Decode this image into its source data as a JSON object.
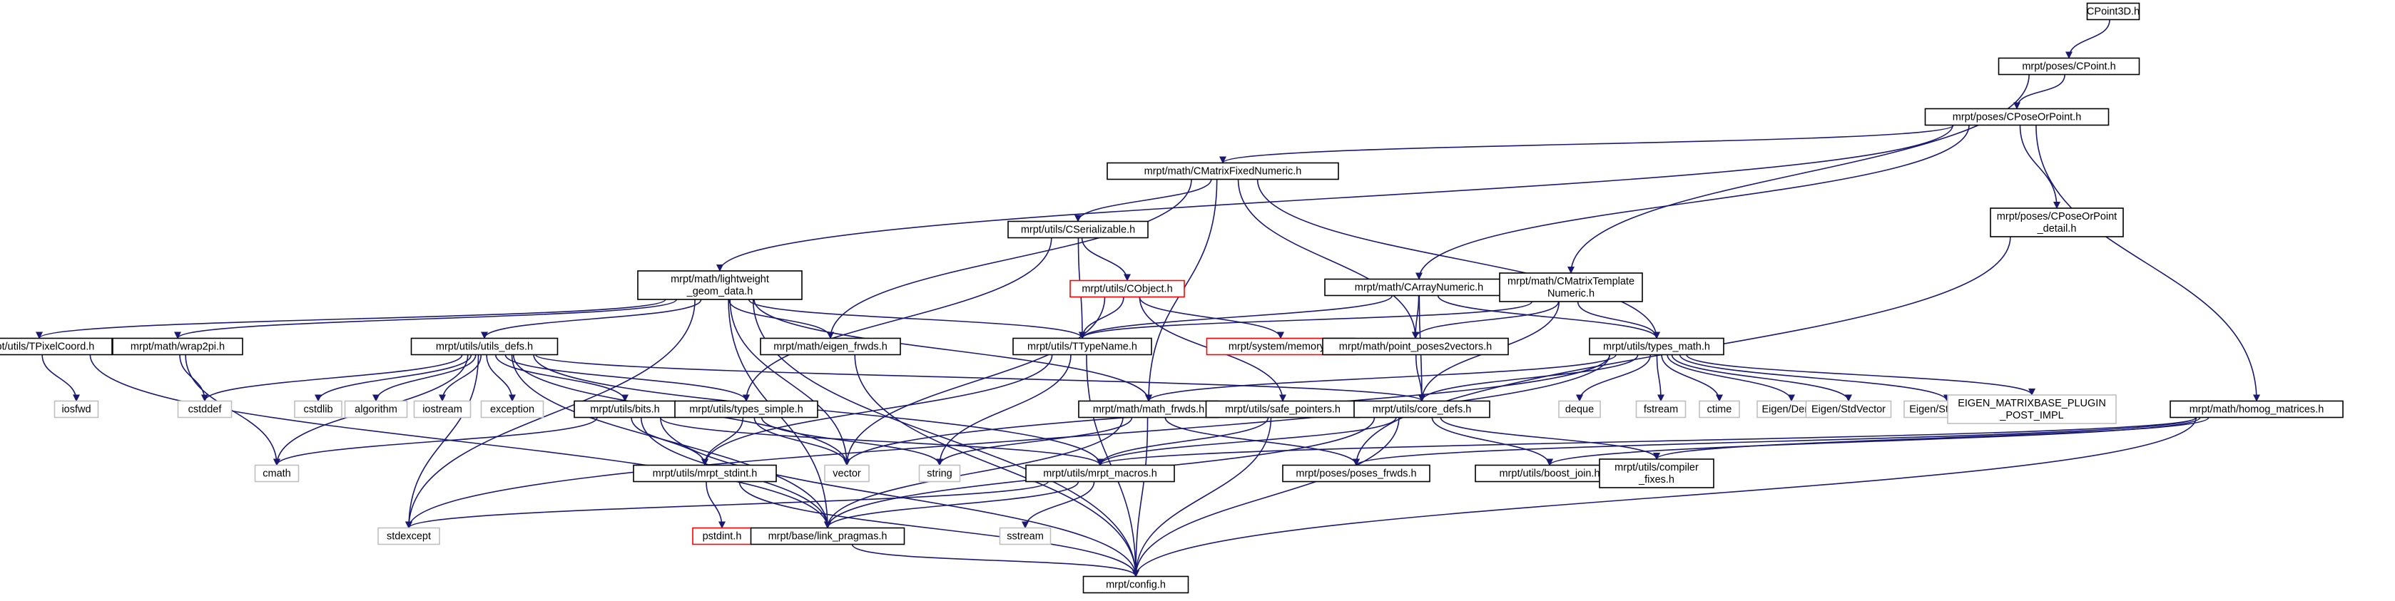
{
  "colors": {
    "edge": "#191970",
    "border_normal": "#000000",
    "border_missing": "#bfbfbf",
    "border_truncated": "#ff0000",
    "root_fill": "#bfbfbf"
  },
  "nodes": [
    {
      "id": "cpoint3d",
      "lines": [
        "CPoint3D.h"
      ],
      "kind": "root"
    },
    {
      "id": "cpoint",
      "lines": [
        "mrpt/poses/CPoint.h"
      ],
      "kind": "normal"
    },
    {
      "id": "cposeorpoint",
      "lines": [
        "mrpt/poses/CPoseOrPoint.h"
      ],
      "kind": "normal"
    },
    {
      "id": "cmatrixfixed",
      "lines": [
        "mrpt/math/CMatrixFixedNumeric.h"
      ],
      "kind": "normal"
    },
    {
      "id": "cposeorpoint_detail",
      "lines": [
        "mrpt/poses/CPoseOrPoint",
        "_detail.h"
      ],
      "kind": "normal"
    },
    {
      "id": "cserializable",
      "lines": [
        "mrpt/utils/CSerializable.h"
      ],
      "kind": "normal"
    },
    {
      "id": "lightweight",
      "lines": [
        "mrpt/math/lightweight",
        "_geom_data.h"
      ],
      "kind": "normal"
    },
    {
      "id": "cobject",
      "lines": [
        "mrpt/utils/CObject.h"
      ],
      "kind": "truncated"
    },
    {
      "id": "carraynumeric",
      "lines": [
        "mrpt/math/CArrayNumeric.h"
      ],
      "kind": "normal"
    },
    {
      "id": "cmatrixtemplate",
      "lines": [
        "mrpt/math/CMatrixTemplate",
        "Numeric.h"
      ],
      "kind": "normal"
    },
    {
      "id": "tpixelcoord",
      "lines": [
        "mrpt/utils/TPixelCoord.h"
      ],
      "kind": "normal"
    },
    {
      "id": "wrap2pi",
      "lines": [
        "mrpt/math/wrap2pi.h"
      ],
      "kind": "normal"
    },
    {
      "id": "utils_defs",
      "lines": [
        "mrpt/utils/utils_defs.h"
      ],
      "kind": "normal"
    },
    {
      "id": "eigen_frwds",
      "lines": [
        "mrpt/math/eigen_frwds.h"
      ],
      "kind": "normal"
    },
    {
      "id": "ttypename",
      "lines": [
        "mrpt/utils/TTypeName.h"
      ],
      "kind": "normal"
    },
    {
      "id": "memory",
      "lines": [
        "mrpt/system/memory.h"
      ],
      "kind": "truncated"
    },
    {
      "id": "point_poses2vectors",
      "lines": [
        "mrpt/math/point_poses2vectors.h"
      ],
      "kind": "normal"
    },
    {
      "id": "types_math",
      "lines": [
        "mrpt/utils/types_math.h"
      ],
      "kind": "normal"
    },
    {
      "id": "iosfwd",
      "lines": [
        "iosfwd"
      ],
      "kind": "missing"
    },
    {
      "id": "cstddef",
      "lines": [
        "cstddef"
      ],
      "kind": "missing"
    },
    {
      "id": "cstdlib",
      "lines": [
        "cstdlib"
      ],
      "kind": "missing"
    },
    {
      "id": "algorithm",
      "lines": [
        "algorithm"
      ],
      "kind": "missing"
    },
    {
      "id": "iostream",
      "lines": [
        "iostream"
      ],
      "kind": "missing"
    },
    {
      "id": "exception",
      "lines": [
        "exception"
      ],
      "kind": "missing"
    },
    {
      "id": "bits",
      "lines": [
        "mrpt/utils/bits.h"
      ],
      "kind": "normal"
    },
    {
      "id": "types_simple",
      "lines": [
        "mrpt/utils/types_simple.h"
      ],
      "kind": "normal"
    },
    {
      "id": "math_frwds",
      "lines": [
        "mrpt/math/math_frwds.h"
      ],
      "kind": "normal"
    },
    {
      "id": "safe_pointers",
      "lines": [
        "mrpt/utils/safe_pointers.h"
      ],
      "kind": "normal"
    },
    {
      "id": "core_defs",
      "lines": [
        "mrpt/utils/core_defs.h"
      ],
      "kind": "normal"
    },
    {
      "id": "deque",
      "lines": [
        "deque"
      ],
      "kind": "missing"
    },
    {
      "id": "fstream",
      "lines": [
        "fstream"
      ],
      "kind": "missing"
    },
    {
      "id": "ctime",
      "lines": [
        "ctime"
      ],
      "kind": "missing"
    },
    {
      "id": "eigen_dense",
      "lines": [
        "Eigen/Dense"
      ],
      "kind": "missing"
    },
    {
      "id": "eigen_stdvector",
      "lines": [
        "Eigen/StdVector"
      ],
      "kind": "missing"
    },
    {
      "id": "eigen_stddeque",
      "lines": [
        "Eigen/StdDeque"
      ],
      "kind": "missing"
    },
    {
      "id": "eigen_plugin",
      "lines": [
        "EIGEN_MATRIXBASE_PLUGIN",
        "_POST_IMPL"
      ],
      "kind": "missing"
    },
    {
      "id": "homog_matrices",
      "lines": [
        "mrpt/math/homog_matrices.h"
      ],
      "kind": "normal"
    },
    {
      "id": "cmath",
      "lines": [
        "cmath"
      ],
      "kind": "missing"
    },
    {
      "id": "vector",
      "lines": [
        "vector"
      ],
      "kind": "missing"
    },
    {
      "id": "string",
      "lines": [
        "string"
      ],
      "kind": "missing"
    },
    {
      "id": "mrpt_stdint",
      "lines": [
        "mrpt/utils/mrpt_stdint.h"
      ],
      "kind": "normal"
    },
    {
      "id": "mrpt_macros",
      "lines": [
        "mrpt/utils/mrpt_macros.h"
      ],
      "kind": "normal"
    },
    {
      "id": "poses_frwds",
      "lines": [
        "mrpt/poses/poses_frwds.h"
      ],
      "kind": "normal"
    },
    {
      "id": "boost_join",
      "lines": [
        "mrpt/utils/boost_join.h"
      ],
      "kind": "normal"
    },
    {
      "id": "compiler_fixes",
      "lines": [
        "mrpt/utils/compiler",
        "_fixes.h"
      ],
      "kind": "normal"
    },
    {
      "id": "stdexcept",
      "lines": [
        "stdexcept"
      ],
      "kind": "missing"
    },
    {
      "id": "pstdint",
      "lines": [
        "pstdint.h"
      ],
      "kind": "truncated"
    },
    {
      "id": "link_pragmas",
      "lines": [
        "mrpt/base/link_pragmas.h"
      ],
      "kind": "normal"
    },
    {
      "id": "sstream",
      "lines": [
        "sstream"
      ],
      "kind": "missing"
    },
    {
      "id": "config",
      "lines": [
        "mrpt/config.h"
      ],
      "kind": "normal"
    }
  ],
  "edges": [
    [
      "cpoint3d",
      "cpoint"
    ],
    [
      "cpoint",
      "cposeorpoint"
    ],
    [
      "cpoint",
      "cmatrixtemplate"
    ],
    [
      "cposeorpoint",
      "cmatrixfixed"
    ],
    [
      "cposeorpoint",
      "cposeorpoint_detail"
    ],
    [
      "cposeorpoint",
      "carraynumeric"
    ],
    [
      "cposeorpoint",
      "homog_matrices"
    ],
    [
      "cposeorpoint",
      "lightweight"
    ],
    [
      "cmatrixfixed",
      "cserializable"
    ],
    [
      "cmatrixfixed",
      "eigen_frwds"
    ],
    [
      "cmatrixfixed",
      "math_frwds"
    ],
    [
      "cmatrixfixed",
      "point_poses2vectors"
    ],
    [
      "cmatrixfixed",
      "types_math"
    ],
    [
      "cposeorpoint_detail",
      "poses_frwds"
    ],
    [
      "cserializable",
      "cobject"
    ],
    [
      "cserializable",
      "ttypename"
    ],
    [
      "cserializable",
      "types_simple"
    ],
    [
      "cobject",
      "memory"
    ],
    [
      "cobject",
      "safe_pointers"
    ],
    [
      "cobject",
      "ttypename"
    ],
    [
      "cobject",
      "vector"
    ],
    [
      "lightweight",
      "tpixelcoord"
    ],
    [
      "lightweight",
      "wrap2pi"
    ],
    [
      "lightweight",
      "utils_defs"
    ],
    [
      "lightweight",
      "eigen_frwds"
    ],
    [
      "lightweight",
      "ttypename"
    ],
    [
      "lightweight",
      "math_frwds"
    ],
    [
      "lightweight",
      "vector"
    ],
    [
      "lightweight",
      "stdexcept"
    ],
    [
      "lightweight",
      "link_pragmas"
    ],
    [
      "lightweight",
      "config"
    ],
    [
      "carraynumeric",
      "ttypename"
    ],
    [
      "carraynumeric",
      "point_poses2vectors"
    ],
    [
      "carraynumeric",
      "types_math"
    ],
    [
      "carraynumeric",
      "core_defs"
    ],
    [
      "cmatrixtemplate",
      "ttypename"
    ],
    [
      "cmatrixtemplate",
      "point_poses2vectors"
    ],
    [
      "cmatrixtemplate",
      "types_math"
    ],
    [
      "cmatrixtemplate",
      "core_defs"
    ],
    [
      "tpixelcoord",
      "iosfwd"
    ],
    [
      "tpixelcoord",
      "link_pragmas"
    ],
    [
      "wrap2pi",
      "cstddef"
    ],
    [
      "wrap2pi",
      "cmath"
    ],
    [
      "utils_defs",
      "cstddef"
    ],
    [
      "utils_defs",
      "cstdlib"
    ],
    [
      "utils_defs",
      "algorithm"
    ],
    [
      "utils_defs",
      "iostream"
    ],
    [
      "utils_defs",
      "exception"
    ],
    [
      "utils_defs",
      "bits"
    ],
    [
      "utils_defs",
      "types_simple"
    ],
    [
      "utils_defs",
      "core_defs"
    ],
    [
      "utils_defs",
      "cmath"
    ],
    [
      "utils_defs",
      "vector"
    ],
    [
      "utils_defs",
      "stdexcept"
    ],
    [
      "utils_defs",
      "mrpt_macros"
    ],
    [
      "utils_defs",
      "link_pragmas"
    ],
    [
      "eigen_frwds",
      "config"
    ],
    [
      "ttypename",
      "string"
    ],
    [
      "ttypename",
      "mrpt_stdint"
    ],
    [
      "ttypename",
      "config"
    ],
    [
      "point_poses2vectors",
      "core_defs"
    ],
    [
      "types_math",
      "math_frwds"
    ],
    [
      "types_math",
      "core_defs"
    ],
    [
      "types_math",
      "deque"
    ],
    [
      "types_math",
      "fstream"
    ],
    [
      "types_math",
      "ctime"
    ],
    [
      "types_math",
      "eigen_dense"
    ],
    [
      "types_math",
      "eigen_stdvector"
    ],
    [
      "types_math",
      "eigen_stddeque"
    ],
    [
      "types_math",
      "eigen_plugin"
    ],
    [
      "types_math",
      "vector"
    ],
    [
      "types_math",
      "stdexcept"
    ],
    [
      "bits",
      "cmath"
    ],
    [
      "bits",
      "mrpt_stdint"
    ],
    [
      "bits",
      "mrpt_macros"
    ],
    [
      "bits",
      "link_pragmas"
    ],
    [
      "bits",
      "config"
    ],
    [
      "types_simple",
      "vector"
    ],
    [
      "types_simple",
      "string"
    ],
    [
      "types_simple",
      "mrpt_stdint"
    ],
    [
      "math_frwds",
      "string"
    ],
    [
      "math_frwds",
      "poses_frwds"
    ],
    [
      "math_frwds",
      "link_pragmas"
    ],
    [
      "math_frwds",
      "config"
    ],
    [
      "safe_pointers",
      "mrpt_macros"
    ],
    [
      "safe_pointers",
      "config"
    ],
    [
      "core_defs",
      "boost_join"
    ],
    [
      "core_defs",
      "compiler_fixes"
    ],
    [
      "core_defs",
      "mrpt_macros"
    ],
    [
      "core_defs",
      "link_pragmas"
    ],
    [
      "core_defs",
      "config"
    ],
    [
      "homog_matrices",
      "poses_frwds"
    ],
    [
      "homog_matrices",
      "compiler_fixes"
    ],
    [
      "homog_matrices",
      "boost_join"
    ],
    [
      "homog_matrices",
      "mrpt_macros"
    ],
    [
      "homog_matrices",
      "config"
    ],
    [
      "mrpt_stdint",
      "pstdint"
    ],
    [
      "mrpt_stdint",
      "config"
    ],
    [
      "mrpt_macros",
      "link_pragmas"
    ],
    [
      "mrpt_macros",
      "sstream"
    ],
    [
      "mrpt_macros",
      "stdexcept"
    ],
    [
      "link_pragmas",
      "config"
    ]
  ]
}
